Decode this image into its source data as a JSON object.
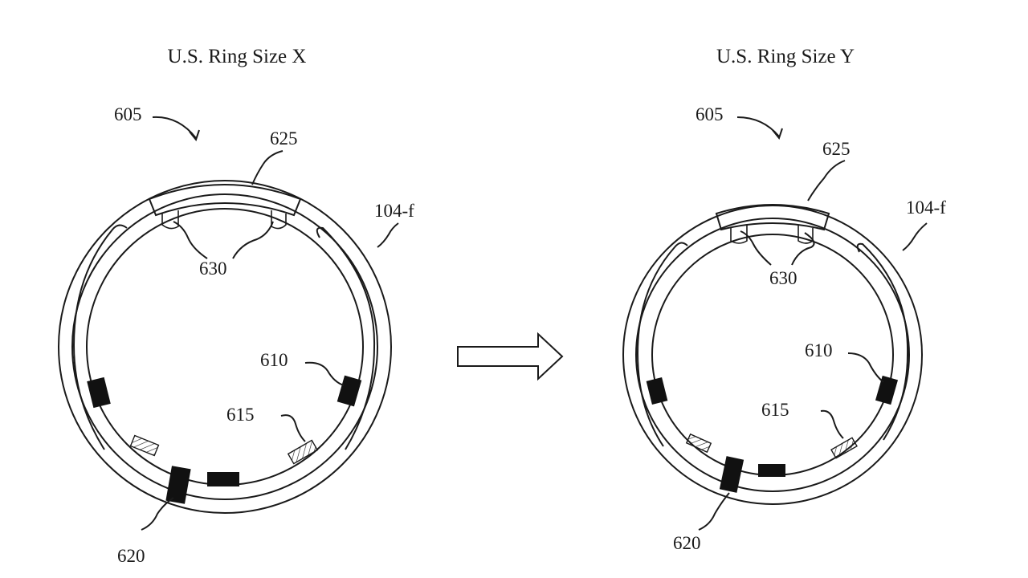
{
  "titles": {
    "left": "U.S. Ring Size X",
    "right": "U.S. Ring Size Y"
  },
  "left_labels": {
    "assembly": "605",
    "insert": "625",
    "housing": "104-f",
    "tabs": "630",
    "component_610": "610",
    "component_615": "615",
    "component_620": "620"
  },
  "right_labels": {
    "assembly": "605",
    "insert": "625",
    "housing": "104-f",
    "tabs": "630",
    "component_610": "610",
    "component_615": "615",
    "component_620": "620"
  },
  "colors": {
    "line": "#1a1a1a",
    "fill_dark": "#111111",
    "background": "#ffffff"
  }
}
